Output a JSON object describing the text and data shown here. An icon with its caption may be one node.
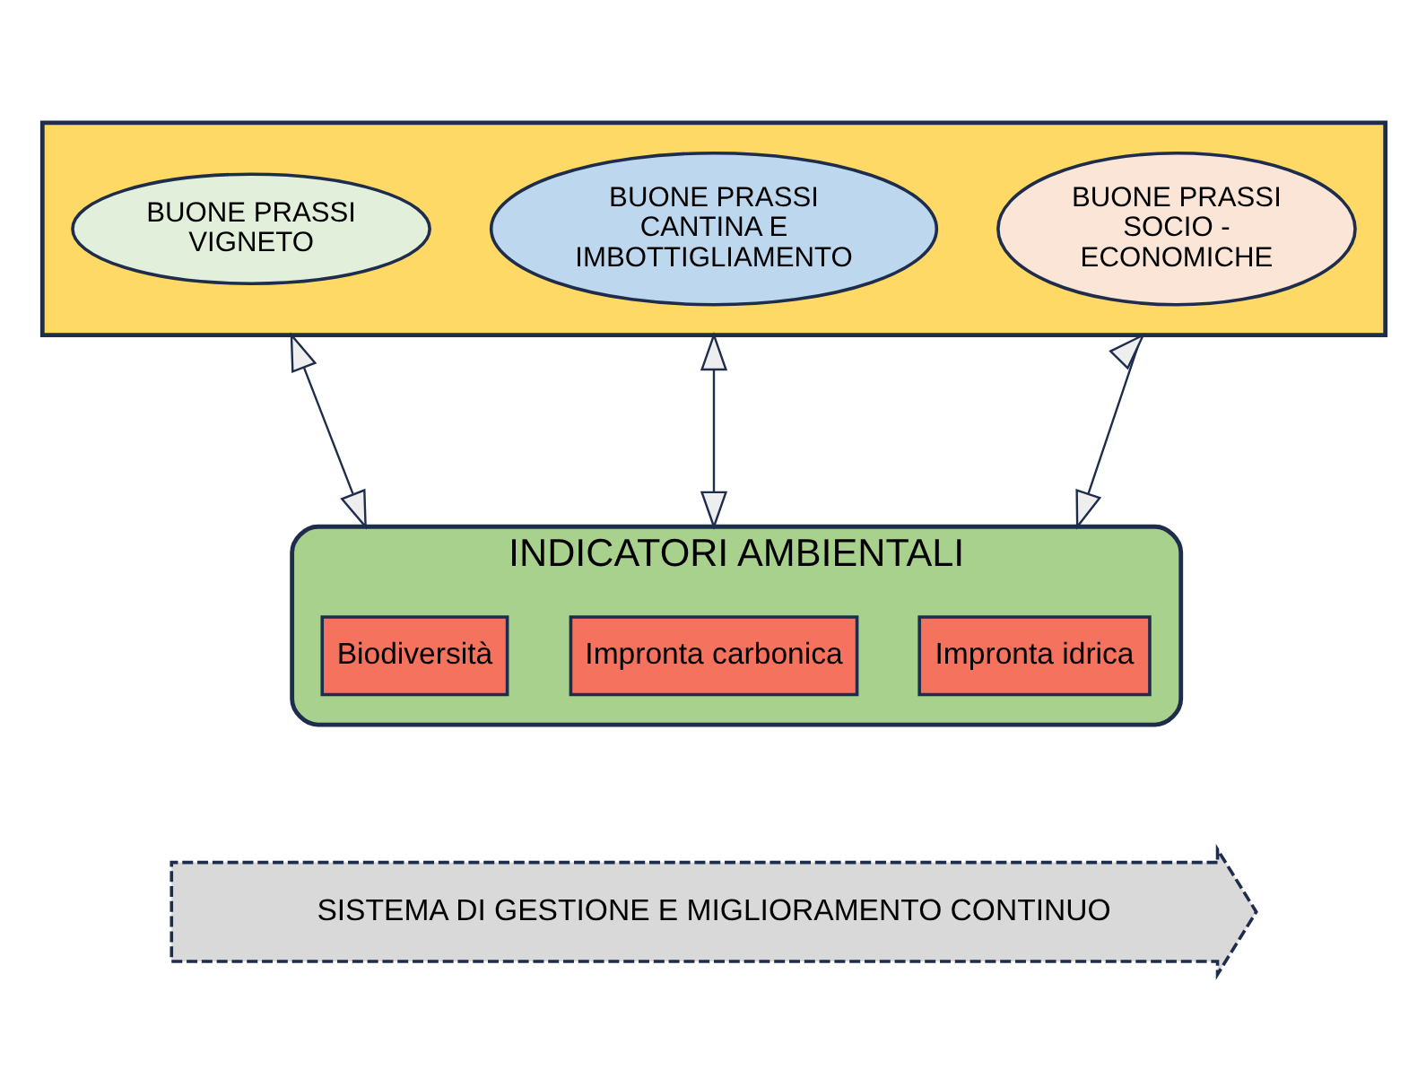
{
  "diagram": {
    "nodes": [
      {
        "text": [],
        "shape": "box"
      },
      {
        "text": [
          "BUONE PRASSI VIGNETO"
        ],
        "in": 0
      },
      {
        "text": [
          "BUONE PRASSI CANTINA E IMBOTTIGLIAMENTO"
        ],
        "in": 0
      },
      {
        "text": [
          "BUONE PRASSI SOCIO - ECONOMICHE"
        ],
        "in": 0
      },
      {
        "text": [
          "INDICATORI AMBIENTALI"
        ]
      },
      {
        "text": [
          "Biodiversità"
        ],
        "in": 4
      },
      {
        "text": [
          "Impronta carbonica"
        ],
        "in": 4
      },
      {
        "text": [
          "Impronta idrica"
        ],
        "in": 4
      },
      {
        "text": [
          "SISTEMA DI GESTIONE E MIGLIORAMENTO CONTINUO"
        ]
      }
    ],
    "edges": [
      {
        "from": 0,
        "to": 4,
        "arrow": "both"
      },
      {
        "from": 0,
        "to": 4,
        "arrow": "both"
      },
      {
        "from": 0,
        "to": 4,
        "arrow": "both"
      }
    ]
  }
}
